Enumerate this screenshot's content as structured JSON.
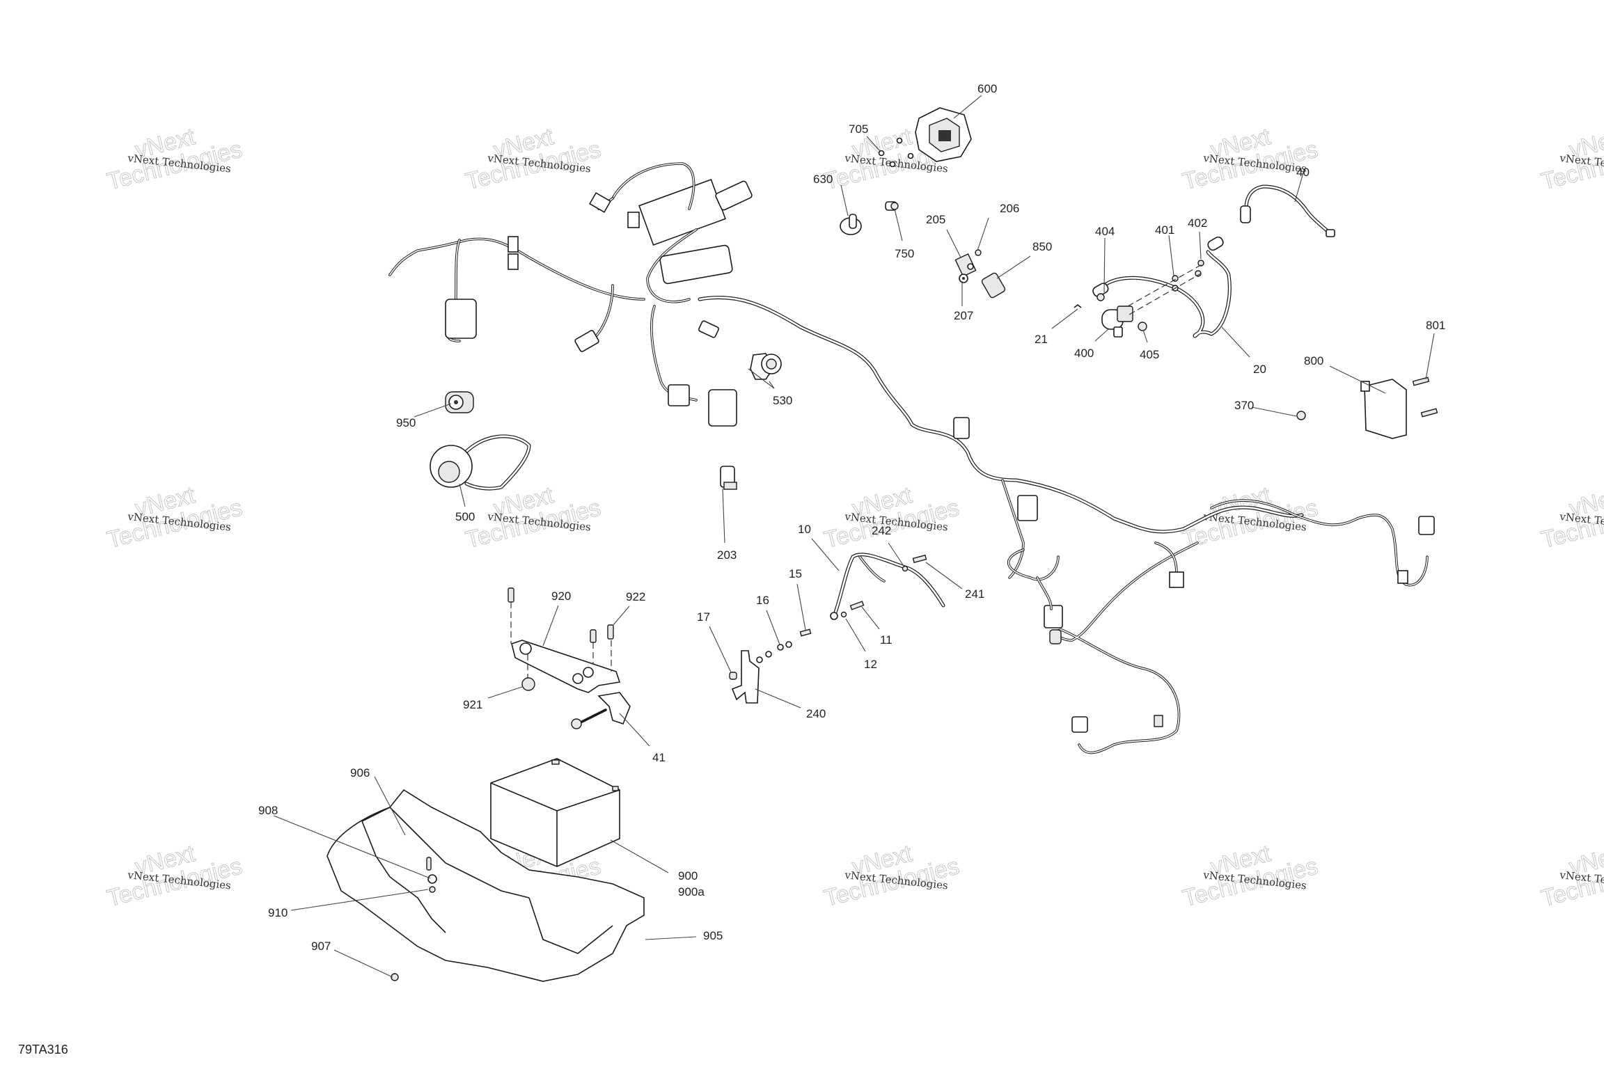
{
  "diagram_code": "79TA316",
  "watermark": {
    "small": "vNext Technologies",
    "big_line1": "vNext",
    "big_line2": "Technologies"
  },
  "callouts": [
    {
      "id": "600",
      "label": "600"
    },
    {
      "id": "705",
      "label": "705"
    },
    {
      "id": "630",
      "label": "630"
    },
    {
      "id": "750",
      "label": "750"
    },
    {
      "id": "205",
      "label": "205"
    },
    {
      "id": "206",
      "label": "206"
    },
    {
      "id": "207",
      "label": "207"
    },
    {
      "id": "850",
      "label": "850"
    },
    {
      "id": "404",
      "label": "404"
    },
    {
      "id": "401",
      "label": "401"
    },
    {
      "id": "402",
      "label": "402"
    },
    {
      "id": "21",
      "label": "21"
    },
    {
      "id": "400",
      "label": "400"
    },
    {
      "id": "405",
      "label": "405"
    },
    {
      "id": "20",
      "label": "20"
    },
    {
      "id": "40",
      "label": "40"
    },
    {
      "id": "801",
      "label": "801"
    },
    {
      "id": "800",
      "label": "800"
    },
    {
      "id": "370",
      "label": "370"
    },
    {
      "id": "530",
      "label": "530"
    },
    {
      "id": "950",
      "label": "950"
    },
    {
      "id": "500",
      "label": "500"
    },
    {
      "id": "203",
      "label": "203"
    },
    {
      "id": "10",
      "label": "10"
    },
    {
      "id": "242",
      "label": "242"
    },
    {
      "id": "241",
      "label": "241"
    },
    {
      "id": "15",
      "label": "15"
    },
    {
      "id": "16",
      "label": "16"
    },
    {
      "id": "17",
      "label": "17"
    },
    {
      "id": "11",
      "label": "11"
    },
    {
      "id": "12",
      "label": "12"
    },
    {
      "id": "240",
      "label": "240"
    },
    {
      "id": "920",
      "label": "920"
    },
    {
      "id": "922",
      "label": "922"
    },
    {
      "id": "921",
      "label": "921"
    },
    {
      "id": "41",
      "label": "41"
    },
    {
      "id": "906",
      "label": "906"
    },
    {
      "id": "908",
      "label": "908"
    },
    {
      "id": "910",
      "label": "910"
    },
    {
      "id": "907",
      "label": "907"
    },
    {
      "id": "900",
      "label": "900"
    },
    {
      "id": "900a",
      "label": "900a"
    },
    {
      "id": "905",
      "label": "905"
    }
  ]
}
